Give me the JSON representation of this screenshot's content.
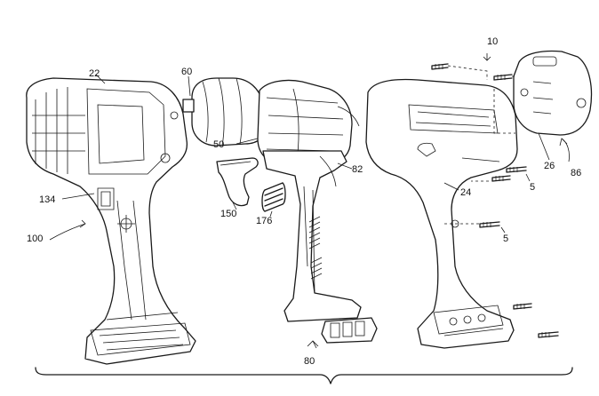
{
  "labels": {
    "l10": "10",
    "l22": "22",
    "l60": "60",
    "l50": "50",
    "l82": "82",
    "l150": "150",
    "l176": "176",
    "l134": "134",
    "l100": "100",
    "l80": "80",
    "l24": "24",
    "l26": "26",
    "l86": "86",
    "l5a": "5",
    "l5b": "5"
  }
}
